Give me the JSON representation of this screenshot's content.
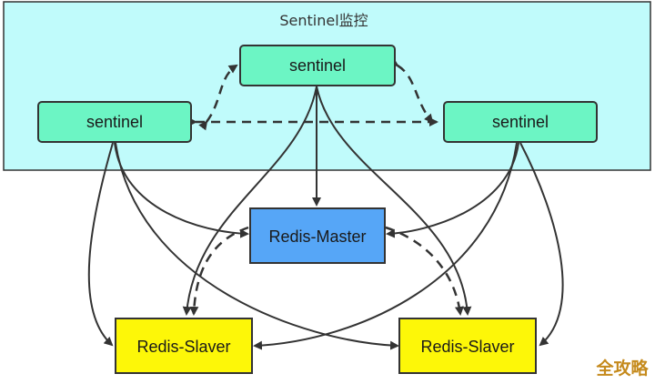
{
  "group": {
    "label": "Sentinel监控"
  },
  "nodes": {
    "sentinel_left": "sentinel",
    "sentinel_top": "sentinel",
    "sentinel_right": "sentinel",
    "master": "Redis-Master",
    "slave_left": "Redis-Slaver",
    "slave_right": "Redis-Slaver"
  },
  "watermark": "全攻略",
  "colors": {
    "group_fill": "#c0fbfb",
    "sentinel_fill": "#6cf5c4",
    "master_fill": "#56a6f7",
    "slave_fill": "#fdf708",
    "watermark": "#c58a1c"
  }
}
